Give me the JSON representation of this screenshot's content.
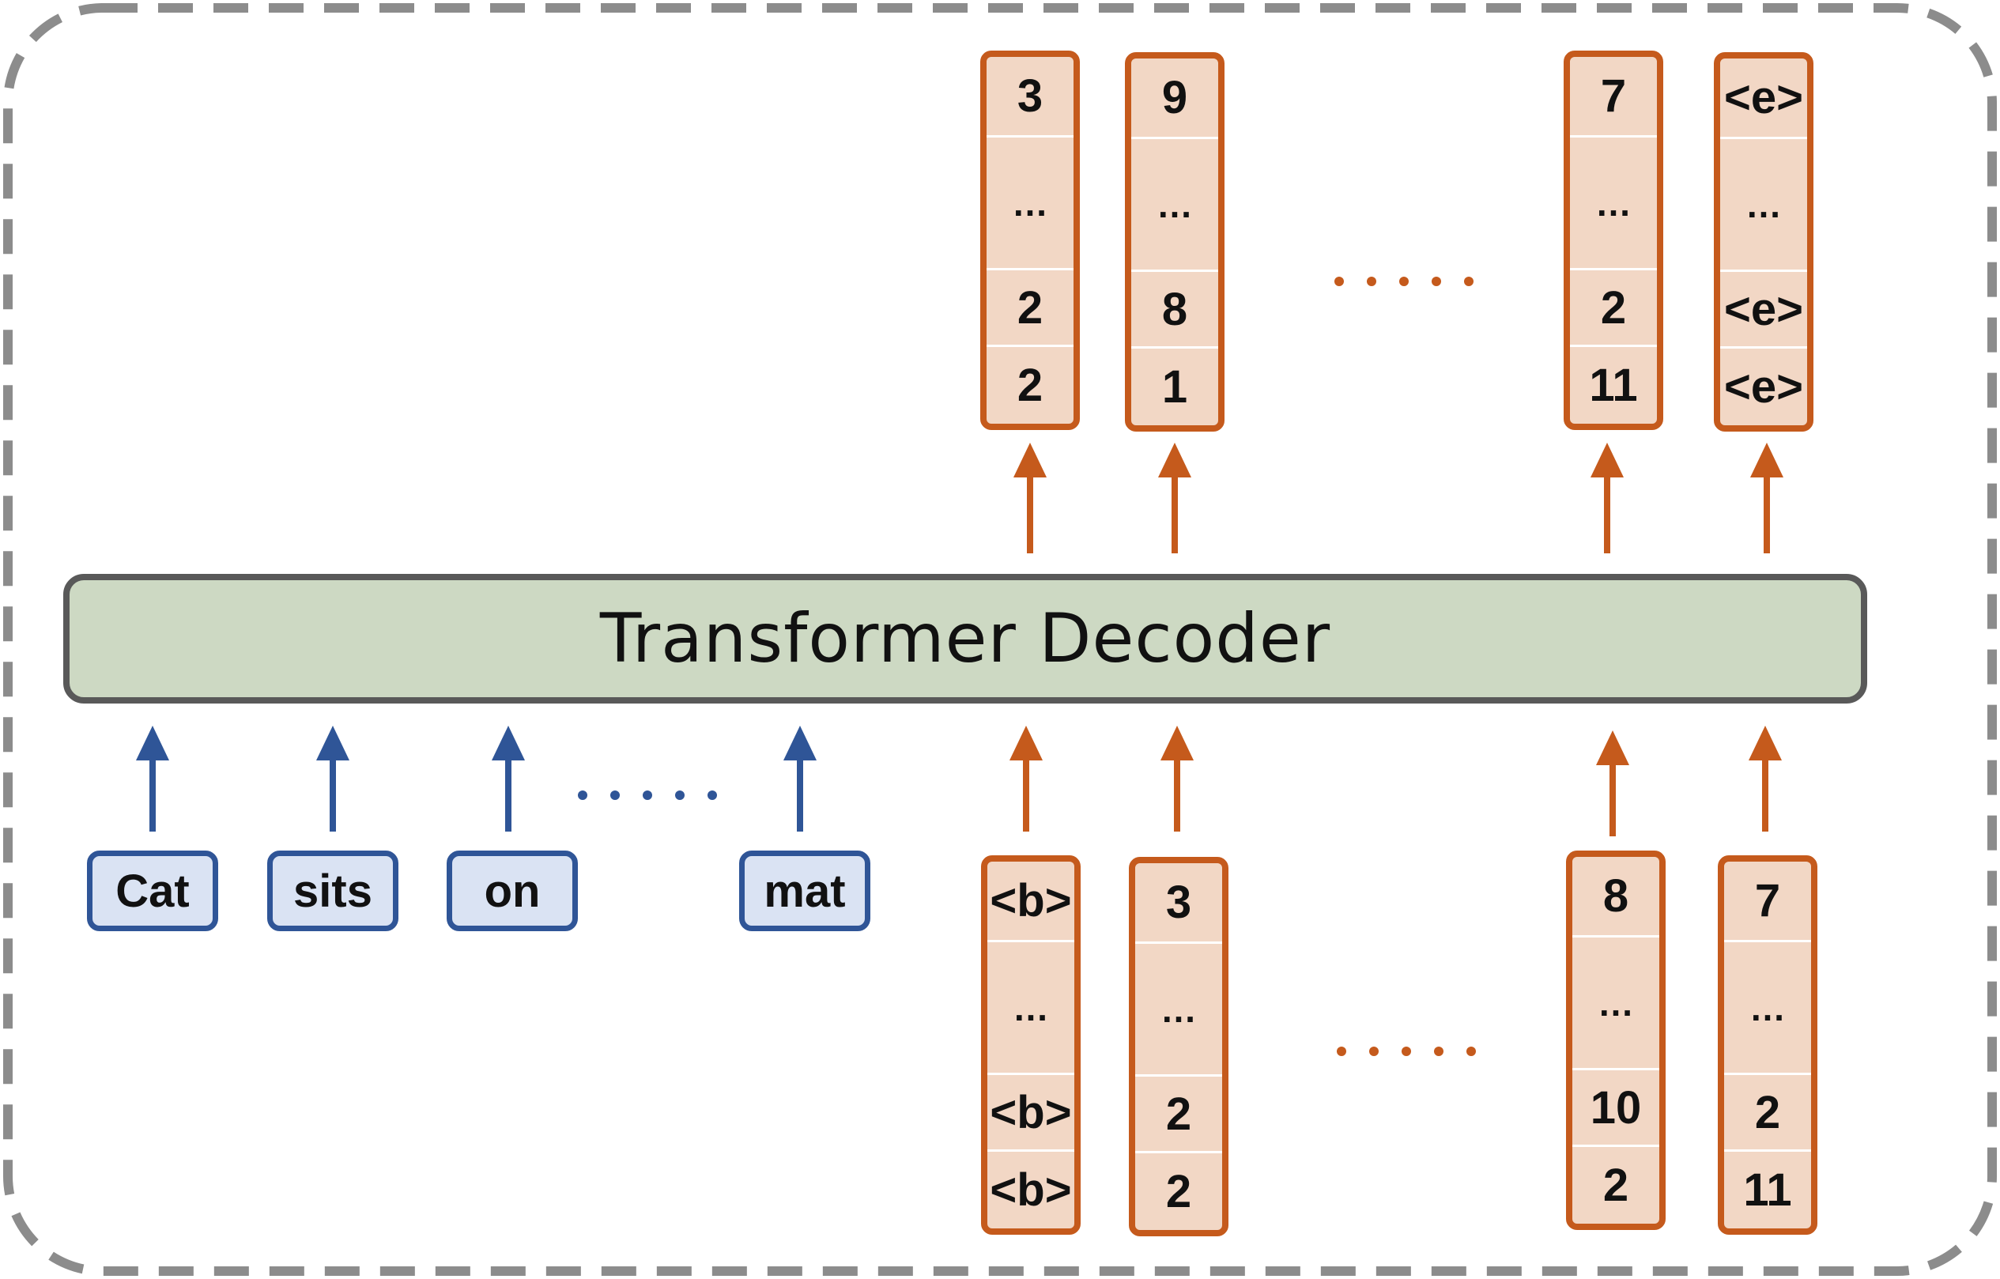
{
  "decoder": {
    "label": "Transformer Decoder"
  },
  "words": [
    "Cat",
    "sits",
    "on",
    "mat"
  ],
  "output_columns": [
    [
      "3",
      "…",
      "2",
      "2"
    ],
    [
      "9",
      "…",
      "8",
      "1"
    ],
    [
      "7",
      "…",
      "2",
      "11"
    ],
    [
      "<e>",
      "…",
      "<e>",
      "<e>"
    ]
  ],
  "input_columns": [
    [
      "<b>",
      "…",
      "<b>",
      "<b>"
    ],
    [
      "3",
      "…",
      "2",
      "2"
    ],
    [
      "8",
      "…",
      "10",
      "2"
    ],
    [
      "7",
      "…",
      "2",
      "11"
    ]
  ],
  "colors": {
    "frame": "#8c8c8c",
    "decoder_fill": "#cdd9c3",
    "decoder_border": "#595959",
    "word_fill": "#dae3f3",
    "word_border": "#2f5597",
    "word_arrow": "#2f5597",
    "token_fill": "#f2d7c5",
    "token_border": "#c55a1c",
    "token_arrow": "#c55a1c"
  }
}
